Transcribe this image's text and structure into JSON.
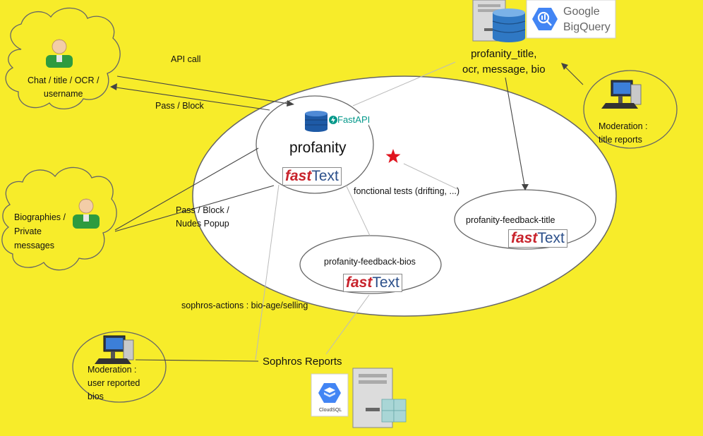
{
  "diagram": {
    "labels": {
      "api_call": "API call",
      "pass_block": "Pass / Block",
      "pass_block_nudes": "Pass / Block /\nNudes Popup",
      "chat_source": "Chat / title / OCR /\nusername",
      "bio_source": "Biographies /\nPrivate\nmessages",
      "fastapi": "FastAPI",
      "profanity": "profanity",
      "functional_tests": "fonctional tests  (drifting, ...)",
      "feedback_title": "profanity-feedback-title",
      "feedback_bios": "profanity-feedback-bios",
      "bigquery_tables": "profanity_title,\nocr, message, bio",
      "google": "Google",
      "bigquery": "BigQuery",
      "moderation_title": "Moderation :\ntitle reports",
      "moderation_user": "Moderation :\nuser reported\nbios",
      "sophros_actions": "sophros-actions : bio-age/selling",
      "sophros_reports": "Sophros Reports",
      "cloudsql": "CloudSQL"
    },
    "fasttext": {
      "fast": "fast",
      "text": "Text"
    }
  },
  "colors": {
    "background": "#f7ec2a",
    "fast_red": "#c8232c",
    "text_blue": "#2b4f8a",
    "star": "#e0141e",
    "user_green": "#2e9b3f"
  },
  "icons": [
    "user-icon",
    "database-icon",
    "server-icon",
    "computer-icon",
    "bigquery-icon",
    "cloudsql-icon",
    "star-icon"
  ]
}
